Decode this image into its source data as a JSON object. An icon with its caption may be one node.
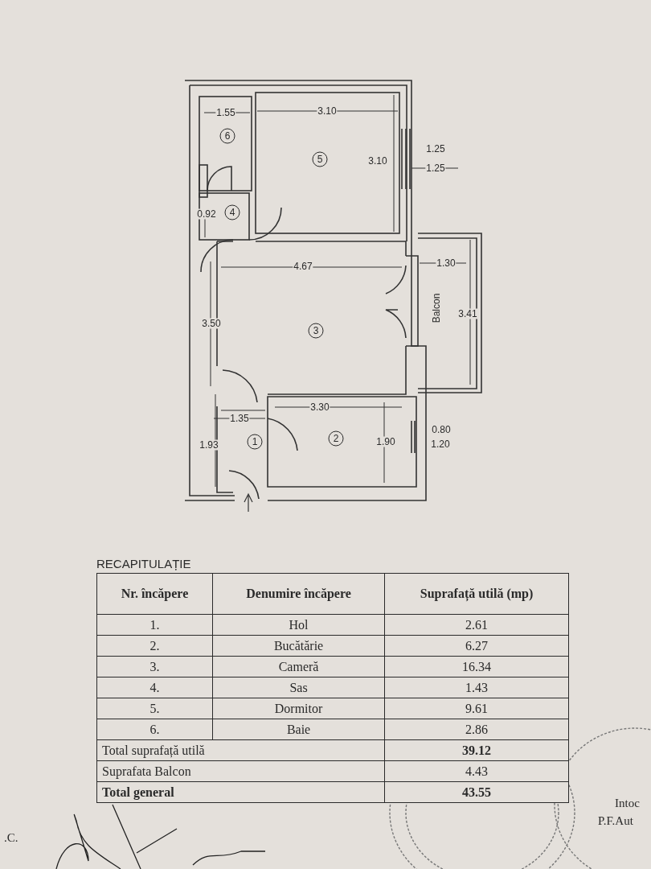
{
  "diagram": {
    "labels": [
      "1.55",
      "6",
      "3.10",
      "5",
      "3.10",
      "1.25",
      "1.25",
      "0.92",
      "4",
      "4.67",
      "1.30",
      "3.50",
      "3",
      "Balcon",
      "3.41",
      "3.30",
      "1.35",
      "0.80",
      "1.93",
      "1",
      "2",
      "1.90",
      "1.20",
      "RECAPITULAȚIE",
      "Nr. încăpere",
      "Denumire încăpere",
      "Suprafață utilă (mp)",
      "1.",
      "Hol",
      "2.61",
      "2.",
      "Bucătărie",
      "6.27",
      "3.",
      "Cameră",
      "16.34",
      "4.",
      "Sas",
      "1.43",
      "5.",
      "Dormitor",
      "9.61",
      "6.",
      "Baie",
      "2.86",
      "Total suprafață utilă",
      "39.12",
      "Suprafata Balcon",
      "4.43",
      "Total general",
      "43.55",
      ".C.",
      "Intoc",
      "P.F.Aut"
    ]
  }
}
